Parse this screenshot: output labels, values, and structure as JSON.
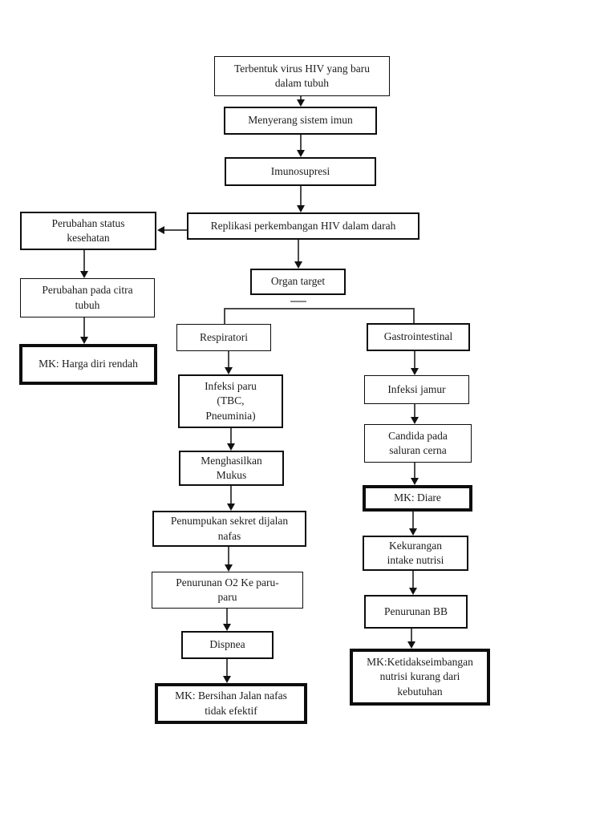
{
  "diagram": {
    "description": "Pathway flowchart of HIV infection (nursing diagnosis pathway)",
    "colors": {
      "box_border": "#0d0d0d",
      "mk_box_border": "#0d0d0d",
      "line": "#4a4a4a",
      "arrowhead": "#111111",
      "page_background": "#ffffff"
    },
    "nodes": {
      "terbentuk": {
        "label": "Terbentuk virus HIV yang baru\ndalam tubuh"
      },
      "menyerang": {
        "label": "Menyerang sistem imun"
      },
      "imunosupresi": {
        "label": "Imunosupresi"
      },
      "replikasi": {
        "label": "Replikasi perkembangan HIV dalam darah"
      },
      "perubahan_status": {
        "label": "Perubahan status\nkesehatan"
      },
      "perubahan_citra": {
        "label": "Perubahan pada citra\ntubuh"
      },
      "mk_harga_diri": {
        "label": "MK: Harga diri rendah"
      },
      "organ_target": {
        "label": "Organ target"
      },
      "respiratori": {
        "label": "Respiratori"
      },
      "gastrointestinal": {
        "label": "Gastrointestinal"
      },
      "infeksi_paru": {
        "label": "Infeksi paru\n(TBC,\nPneuminia)"
      },
      "menghasilkan_mukus": {
        "label": "Menghasilkan\nMukus"
      },
      "penumpukan_sekret": {
        "label": "Penumpukan sekret dijalan\nnafas"
      },
      "penurunan_o2": {
        "label": "Penurunan O2 Ke paru-\nparu"
      },
      "dispnea": {
        "label": "Dispnea"
      },
      "mk_bersihan": {
        "label": "MK: Bersihan Jalan nafas\ntidak efektif"
      },
      "infeksi_jamur": {
        "label": "Infeksi jamur"
      },
      "candida": {
        "label": "Candida pada\nsaluran cerna"
      },
      "mk_diare": {
        "label": "MK: Diare"
      },
      "kekurangan_intake": {
        "label": "Kekurangan\nintake nutrisi"
      },
      "penurunan_bb": {
        "label": "Penurunan BB"
      },
      "mk_ketidakseimbangan": {
        "label": "MK:Ketidakseimbangan\nnutrisi kurang dari\nkebutuhan"
      }
    }
  }
}
